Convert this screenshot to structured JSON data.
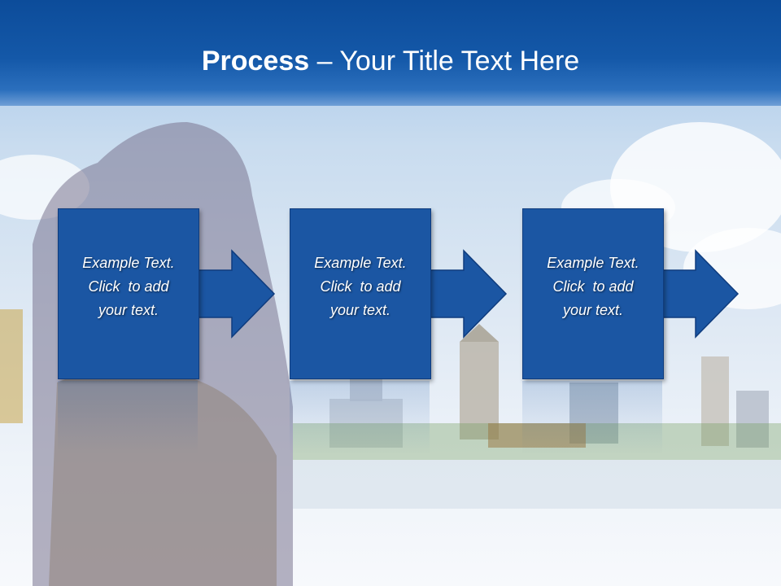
{
  "slide": {
    "title_bold": "Process",
    "title_rest": " – Your Title Text Here"
  },
  "steps": [
    {
      "line1": "Example Text.",
      "line2": "Click  to add",
      "line3": "your text."
    },
    {
      "line1": "Example Text.",
      "line2": "Click  to add",
      "line3": "your text."
    },
    {
      "line1": "Example Text.",
      "line2": "Click  to add",
      "line3": "your text."
    }
  ],
  "colors": {
    "title_bar": "#1458a8",
    "box_fill": "#1b56a3",
    "box_border": "#0f3c7e",
    "text": "#ffffff"
  }
}
